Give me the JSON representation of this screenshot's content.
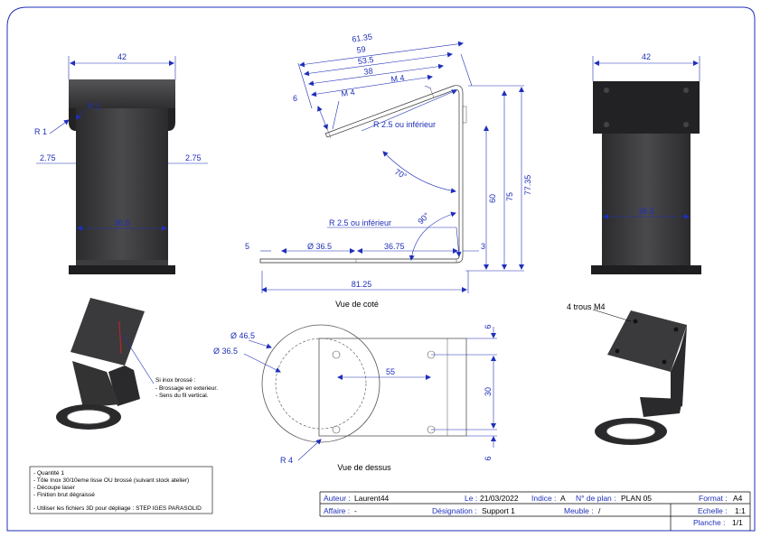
{
  "views": {
    "front_left": {
      "width": "42",
      "r1a": "R 1",
      "r1b": "R 1",
      "side_left": "2.75",
      "side_right": "2.75",
      "inner": "36.5"
    },
    "side": {
      "caption": "Vue de coté",
      "d_6135": "61.35",
      "d_59": "59",
      "d_535": "53.5",
      "d_38": "38",
      "d_6": "6",
      "m4a": "M 4",
      "m4b": "M 4",
      "r25a": "R 2.5 ou inférieur",
      "r25b": "R 2.5 ou inférieur",
      "ang70": "70°",
      "ang90": "90°",
      "d_60": "60",
      "d_75": "75",
      "d_7735": "77.35",
      "d_5": "5",
      "d_o365": "Ø 36.5",
      "d_3675": "36.75",
      "d_3": "3",
      "d_8125": "81.25"
    },
    "front_right": {
      "width": "42",
      "inner": "36.5"
    },
    "top": {
      "caption": "Vue de dessus",
      "d_o465": "Ø 46.5",
      "d_o365": "Ø 36.5",
      "d_55": "55",
      "d_6a": "6",
      "d_30": "30",
      "d_6b": "6",
      "r4": "R 4"
    },
    "iso_left_note": [
      "Si inox brossé :",
      "- Brossage en exterieur.",
      "- Sens du fil vertical."
    ],
    "iso_right_note": "4 trous M4"
  },
  "notes": [
    "- Quantité 1",
    "- Tôle Inox 30/10eme lisse OU brossé (suivant stock atelier)",
    "- Découpe laser",
    "- Finition brut dégraissé",
    "",
    "- Utiliser les fichiers 3D pour dépliage : STEP IGES PARASOLID"
  ],
  "title_block": {
    "auteur_label": "Auteur :",
    "auteur": "Laurent44",
    "le_label": "Le :",
    "le": "21/03/2022",
    "indice_label": "Indice :",
    "indice": "A",
    "plan_label": "N° de plan :",
    "plan": "PLAN 05",
    "format_label": "Format :",
    "format": "A4",
    "affaire_label": "Affaire :",
    "affaire": "-",
    "designation_label": "Désignation :",
    "designation": "Support 1",
    "meuble_label": "Meuble :",
    "meuble": "/",
    "echelle_label": "Echelle :",
    "echelle": "1:1",
    "planche_label": "Planche :",
    "planche": "1/1"
  },
  "colors": {
    "dimension": "#1f2fb8",
    "frame": "#1f2fb8",
    "part": "#3a3a3c"
  }
}
